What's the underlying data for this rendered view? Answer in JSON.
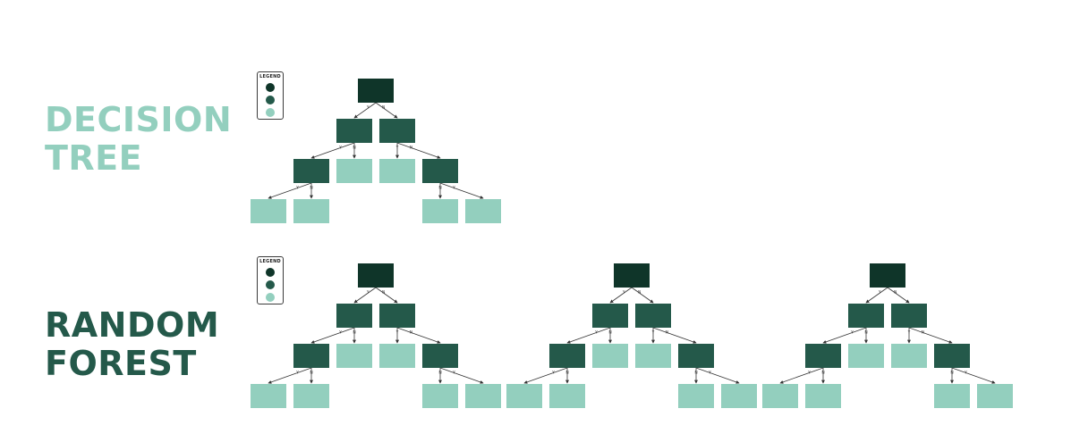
{
  "colors": {
    "root": "#0f3529",
    "decision": "#24594a",
    "leaf": "#93cfbe",
    "heading_light": "#93cfbe",
    "heading_dark": "#24594a",
    "arrow": "#333333"
  },
  "decision_tree": {
    "heading_line1": "DECISION",
    "heading_line2": "TREE",
    "legend_title": "LEGEND"
  },
  "random_forest": {
    "heading_line1": "RANDOM",
    "heading_line2": "FOREST",
    "legend_title": "LEGEND",
    "tree_count": 3
  },
  "tree": {
    "nodes": [
      {
        "id": "root",
        "kind": "root"
      },
      {
        "id": "a",
        "kind": "decision",
        "parent": "root",
        "edge_label": "Y"
      },
      {
        "id": "b",
        "kind": "decision",
        "parent": "root",
        "edge_label": "N"
      },
      {
        "id": "c",
        "kind": "decision",
        "parent": "a",
        "edge_label": "Y"
      },
      {
        "id": "d",
        "kind": "leaf",
        "parent": "a",
        "edge_label": "N"
      },
      {
        "id": "e",
        "kind": "leaf",
        "parent": "b",
        "edge_label": "Y"
      },
      {
        "id": "f",
        "kind": "decision",
        "parent": "b",
        "edge_label": "N"
      },
      {
        "id": "g",
        "kind": "leaf",
        "parent": "c",
        "edge_label": "Y"
      },
      {
        "id": "h",
        "kind": "leaf",
        "parent": "c",
        "edge_label": "N"
      },
      {
        "id": "i",
        "kind": "leaf",
        "parent": "f",
        "edge_label": "N"
      },
      {
        "id": "j",
        "kind": "leaf",
        "parent": "f",
        "edge_label": "Y"
      }
    ]
  }
}
